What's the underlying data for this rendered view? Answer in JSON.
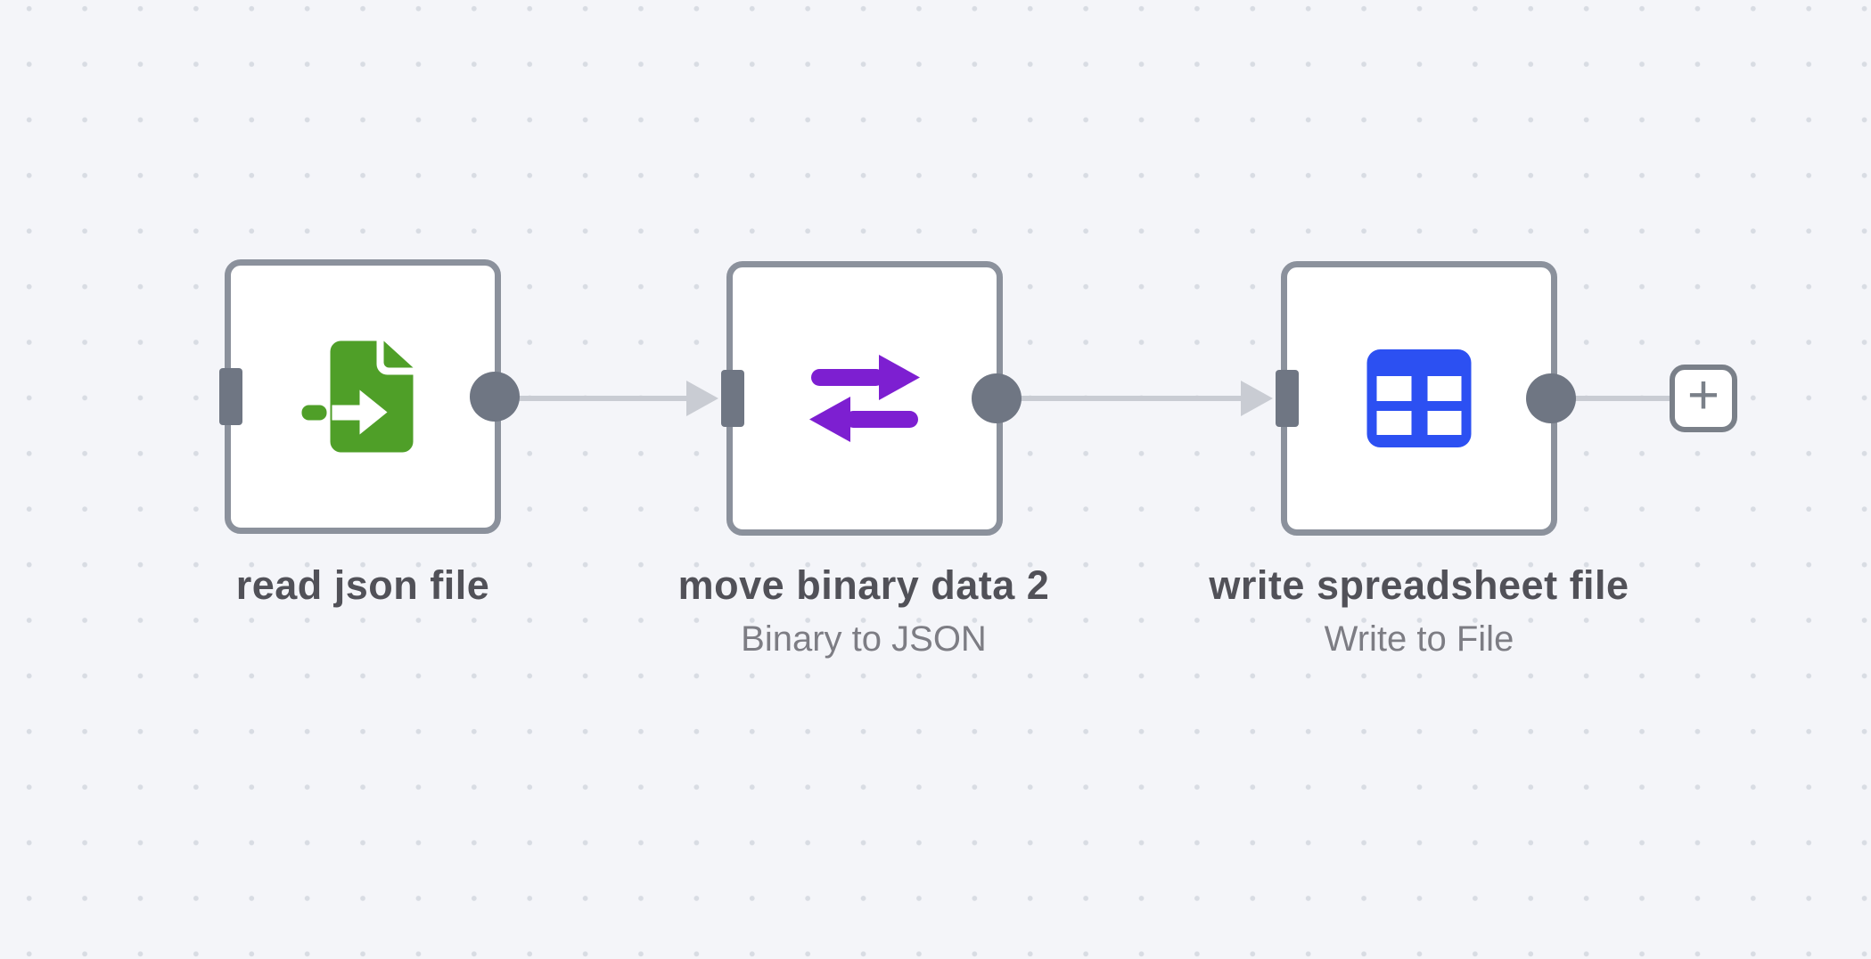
{
  "canvas": {
    "type": "workflow-editor-canvas",
    "background_color": "#f4f5f9",
    "dot_color": "#d8dce3"
  },
  "theme": {
    "node_border_color": "#8b919c",
    "port_color": "#6f7683",
    "connector_color": "#c9ccd3",
    "title_color": "#515158",
    "subtitle_color": "#7d7d84"
  },
  "nodes": [
    {
      "name": "read json file",
      "icon": "file-import-icon",
      "icon_color": "#4f9f28"
    },
    {
      "name": "move binary data 2",
      "subtitle": "Binary to JSON",
      "icon": "swap-arrows-icon",
      "icon_color": "#7d1fd1"
    },
    {
      "name": "write spreadsheet file",
      "subtitle": "Write to File",
      "icon": "table-icon",
      "icon_color": "#2c50f2"
    }
  ],
  "connections": [
    {
      "from": "read json file",
      "to": "move binary data 2"
    },
    {
      "from": "move binary data 2",
      "to": "write spreadsheet file"
    },
    {
      "from": "write spreadsheet file",
      "to": "add-node-button"
    }
  ],
  "add_button": {
    "label": "+"
  }
}
